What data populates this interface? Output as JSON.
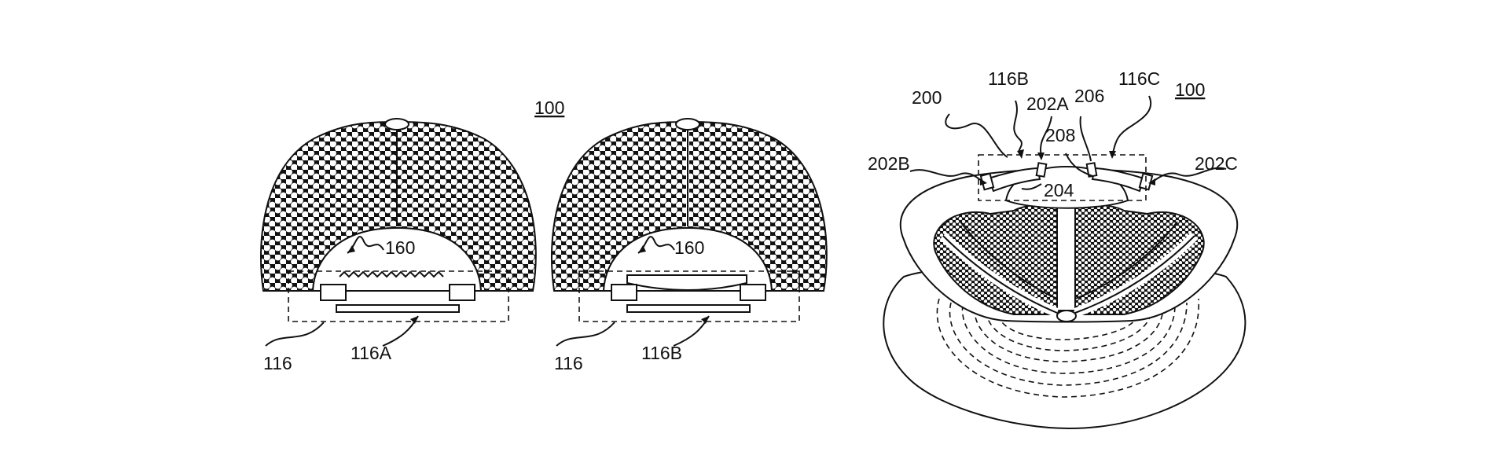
{
  "figure": {
    "left_view": {
      "ref_numeral": "100",
      "strap_label": "116",
      "adjuster_label": "116A",
      "opening_label": "160"
    },
    "middle_view": {
      "strap_label": "116",
      "adjuster_label": "116B",
      "opening_label": "160"
    },
    "right_view": {
      "ref_numeral": "100",
      "labels": {
        "l200": "200",
        "l116b": "116B",
        "l202a": "202A",
        "l206": "206",
        "l116c": "116C",
        "l208": "208",
        "l202b": "202B",
        "l204": "204",
        "l202c": "202C"
      }
    }
  },
  "colors": {
    "ink": "#111111",
    "paper": "#ffffff"
  }
}
